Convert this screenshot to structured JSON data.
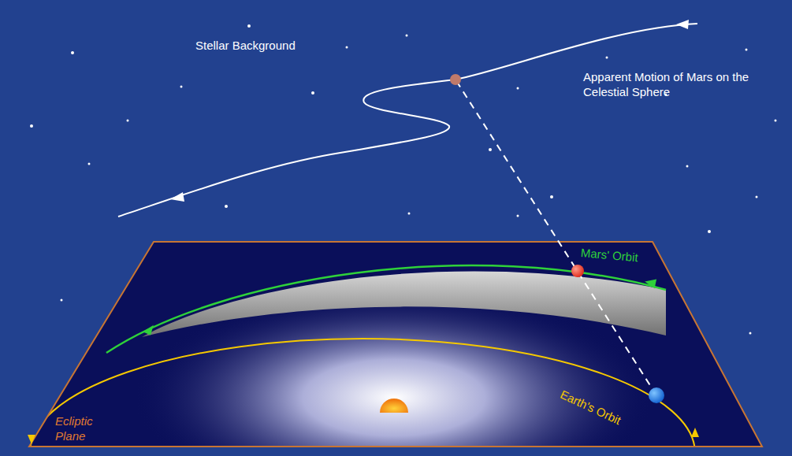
{
  "diagram": {
    "labels": [
      "Stellar Background",
      "Apparent Motion of Mars on the Celestial Sphere",
      "Mars' Orbit",
      "Earth's Orbit",
      "Ecliptic Plane"
    ]
  }
}
